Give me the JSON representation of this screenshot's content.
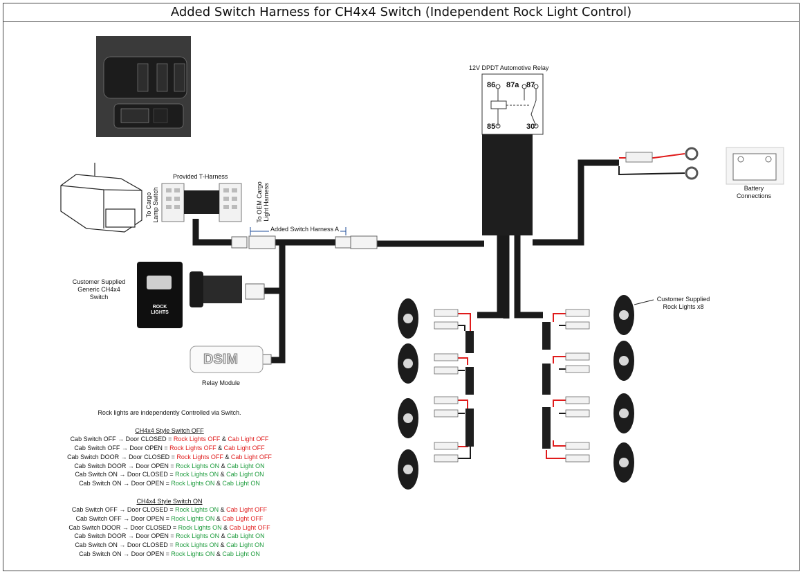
{
  "title": "Added Switch Harness for CH4x4 Switch (Independent Rock Light Control)",
  "labels": {
    "relay": "12V DPDT Automotive Relay",
    "pin86": "86",
    "pin87a": "87a",
    "pin87": "87",
    "pin85": "85",
    "pin30": "30",
    "t_harness": "Provided T-Harness",
    "cargo_lamp": "To Cargo Lamp Switch",
    "oem_cargo": "To OEM Cargo Light Harness",
    "harness_a": "Added Switch Harness A",
    "customer_switch": "Customer Supplied Generic CH4x4 Switch",
    "rock_lights_button_1": "ROCK",
    "rock_lights_button_2": "LIGHTS",
    "relay_module": "Relay Module",
    "dsim": "DSIM",
    "battery": "Battery Connections",
    "rock_lights": "Customer Supplied Rock Lights x8"
  },
  "notes": {
    "intro": "Rock lights are independently Controlled via Switch.",
    "off_header": "CH4x4 Style Switch OFF",
    "off_rows": [
      {
        "cond": "Cab Switch OFF → Door CLOSED = ",
        "rock": "Rock Lights OFF",
        "rock_color": "red",
        "amp": " & ",
        "cab": "Cab Light OFF",
        "cab_color": "red"
      },
      {
        "cond": "Cab Switch OFF → Door OPEN = ",
        "rock": "Rock Lights OFF",
        "rock_color": "red",
        "amp": " & ",
        "cab": "Cab Light OFF",
        "cab_color": "red"
      },
      {
        "cond": "Cab Switch DOOR → Door CLOSED = ",
        "rock": "Rock Lights OFF",
        "rock_color": "red",
        "amp": " & ",
        "cab": "Cab Light OFF",
        "cab_color": "red"
      },
      {
        "cond": "Cab Switch DOOR → Door OPEN = ",
        "rock": "Rock Lights ON",
        "rock_color": "green",
        "amp": " & ",
        "cab": "Cab Light ON",
        "cab_color": "green"
      },
      {
        "cond": "Cab Switch ON → Door CLOSED = ",
        "rock": "Rock Lights ON",
        "rock_color": "green",
        "amp": " & ",
        "cab": "Cab Light ON",
        "cab_color": "green"
      },
      {
        "cond": "Cab Switch ON → Door OPEN = ",
        "rock": "Rock Lights ON",
        "rock_color": "green",
        "amp": " & ",
        "cab": "Cab Light ON",
        "cab_color": "green"
      }
    ],
    "on_header": "CH4x4 Style Switch ON",
    "on_rows": [
      {
        "cond": "Cab Switch OFF → Door CLOSED = ",
        "rock": "Rock Lights ON",
        "rock_color": "green",
        "amp": " & ",
        "cab": "Cab Light OFF",
        "cab_color": "red"
      },
      {
        "cond": "Cab Switch OFF → Door OPEN = ",
        "rock": "Rock Lights ON",
        "rock_color": "green",
        "amp": " & ",
        "cab": "Cab Light OFF",
        "cab_color": "red"
      },
      {
        "cond": "Cab Switch DOOR → Door CLOSED = ",
        "rock": "Rock Lights ON",
        "rock_color": "green",
        "amp": " & ",
        "cab": "Cab Light OFF",
        "cab_color": "red"
      },
      {
        "cond": "Cab Switch DOOR → Door OPEN = ",
        "rock": "Rock Lights ON",
        "rock_color": "green",
        "amp": " & ",
        "cab": "Cab Light ON",
        "cab_color": "green"
      },
      {
        "cond": "Cab Switch ON → Door CLOSED = ",
        "rock": "Rock Lights ON",
        "rock_color": "green",
        "amp": " & ",
        "cab": "Cab Light ON",
        "cab_color": "green"
      },
      {
        "cond": "Cab Switch ON → Door OPEN = ",
        "rock": "Rock Lights ON",
        "rock_color": "green",
        "amp": " & ",
        "cab": "Cab Light ON",
        "cab_color": "green"
      }
    ]
  },
  "colors": {
    "wire": "#1a1a1a",
    "red_wire": "#e01b1b",
    "on": "#1a9a3a",
    "off": "#e01b1b"
  }
}
